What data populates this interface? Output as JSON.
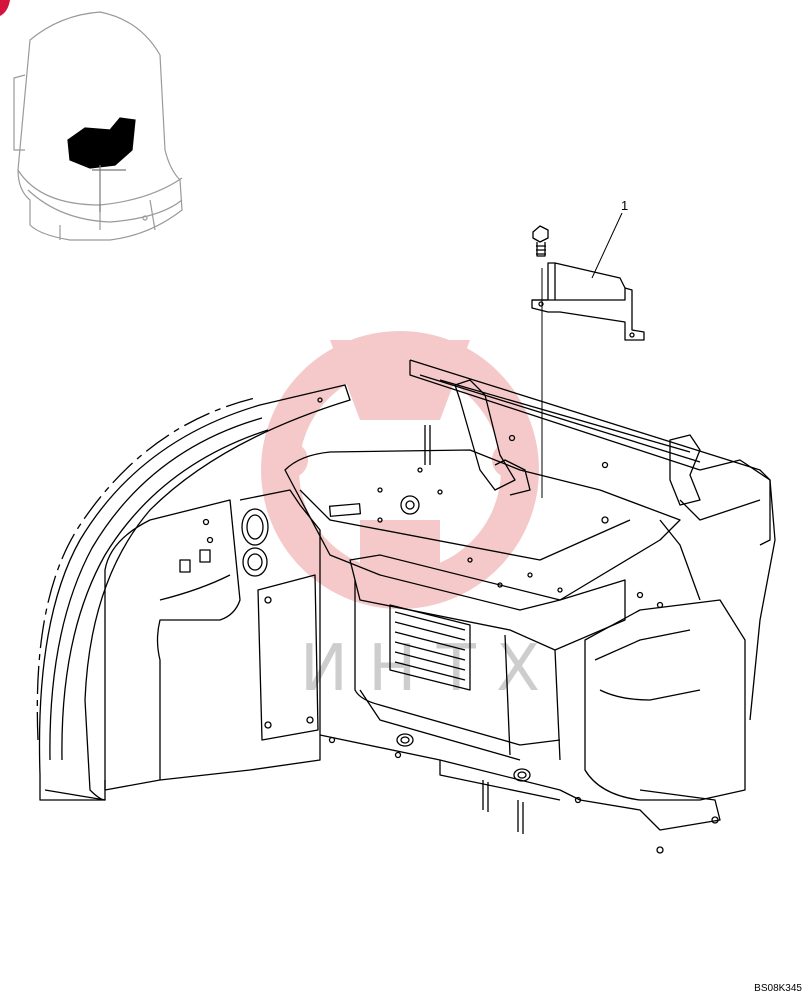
{
  "callouts": [
    {
      "label": "1"
    }
  ],
  "drawing_code": "BS08K345",
  "watermark_text": "И Н Т Х",
  "colors": {
    "line": "#000000",
    "thumbnail_line": "#9a9a9a",
    "watermark_red": "#f4c4c4",
    "corner_marker": "#d4143c"
  }
}
